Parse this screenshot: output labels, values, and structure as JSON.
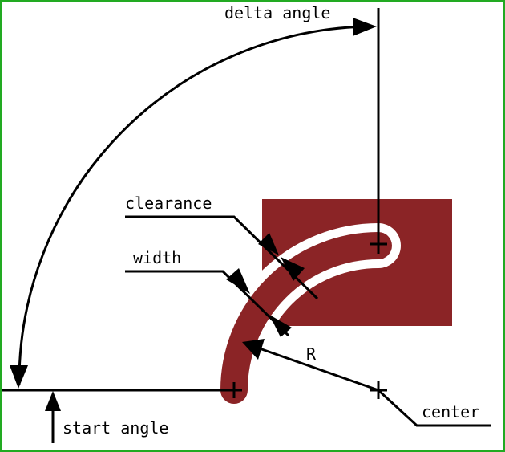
{
  "labels": {
    "delta_angle": "delta angle",
    "clearance": "clearance",
    "width": "width",
    "radius": "R",
    "start_angle": "start angle",
    "center": "center"
  },
  "colors": {
    "pad": "#8b2426",
    "trace": "#8b2426",
    "clearance_gap": "#ffffff",
    "lines": "#000000",
    "border": "#22aa22"
  },
  "icons": {
    "center_marker": "plus-cross",
    "arrowhead": "filled-triangle"
  }
}
